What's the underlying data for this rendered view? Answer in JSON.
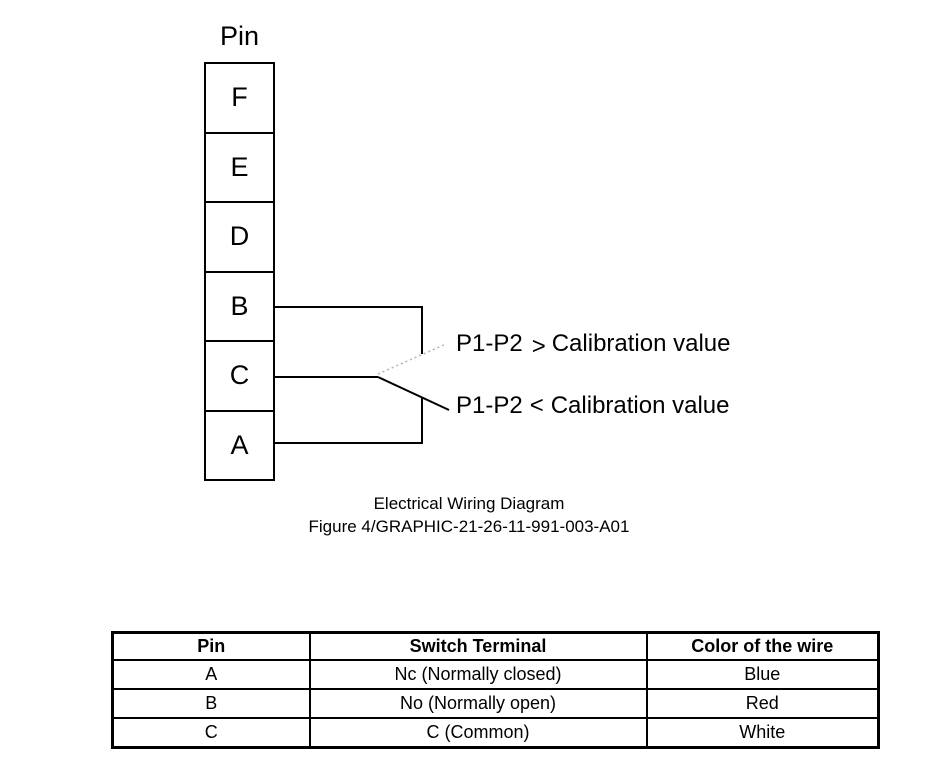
{
  "figure": {
    "pin_column": {
      "label": "Pin",
      "pins": [
        "F",
        "E",
        "D",
        "B",
        "C",
        "A"
      ]
    },
    "switch_positions": [
      {
        "prefix": "P1-P2",
        "comparator": ">",
        "suffix": "Calibration value",
        "arm_style": "dotted"
      },
      {
        "prefix": "P1-P2",
        "comparator": "<",
        "suffix": "Calibration value",
        "arm_style": "solid"
      }
    ],
    "caption_title": "Electrical Wiring Diagram",
    "caption_figure": "Figure 4/GRAPHIC-21-26-11-991-003-A01"
  },
  "table": {
    "headers": [
      "Pin",
      "Switch Terminal",
      "Color of the wire"
    ],
    "rows": [
      {
        "pin": "A",
        "terminal": "Nc (Normally closed)",
        "wire_color": "Blue"
      },
      {
        "pin": "B",
        "terminal": "No (Normally open)",
        "wire_color": "Red"
      },
      {
        "pin": "C",
        "terminal": "C (Common)",
        "wire_color": "White"
      }
    ]
  },
  "colors": {
    "line": "#000000",
    "dotted_arm": "#b3b3b3",
    "text": "#000000",
    "background": "#ffffff"
  }
}
